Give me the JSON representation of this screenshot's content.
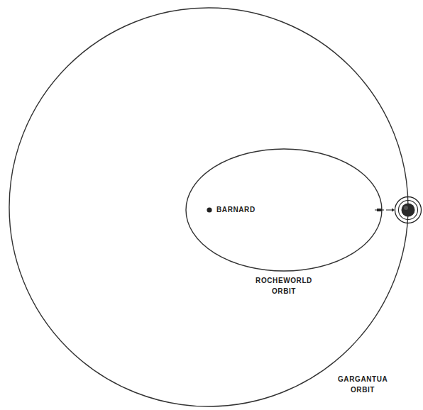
{
  "diagram": {
    "labels": [
      "BARNARD",
      "ROCHEWORLD ORBIT",
      "GARGANTUA ORBIT"
    ]
  }
}
